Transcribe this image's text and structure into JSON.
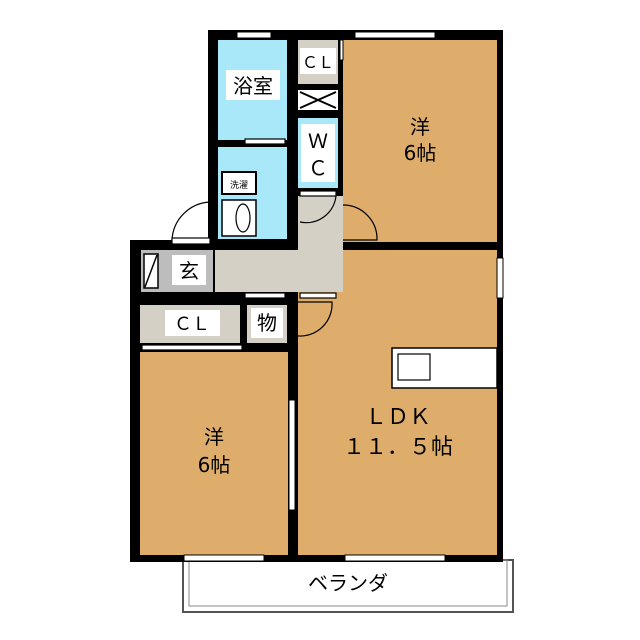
{
  "rooms": {
    "bath": "浴室",
    "closet_top": "ＣＬ",
    "wc_line1": "Ｗ",
    "wc_line2": "Ｃ",
    "western_top_line1": "洋",
    "western_top_line2": "6帖",
    "laundry": "洗濯",
    "entrance": "玄",
    "closet_left": "ＣＬ",
    "storage": "物",
    "western_left_line1": "洋",
    "western_left_line2": "6帖",
    "ldk_line1": "ＬＤＫ",
    "ldk_line2": "１１．５帖",
    "balcony": "ベランダ"
  },
  "colors": {
    "wall": "#000000",
    "room": "#DEAD6C",
    "wet": "#A8E8F8",
    "hall": "#D4D0C6",
    "entrance": "#BDBDBD"
  }
}
